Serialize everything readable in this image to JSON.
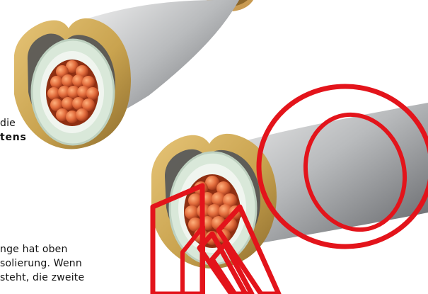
{
  "text_fragments": [
    "die",
    "tens",
    "nge hat oben",
    "solierung. Wenn",
    "steht, die zweite"
  ],
  "illustrations": [
    {
      "name": "upper-cable-cross-section",
      "sheath_color": "#c9a34f",
      "insulation_color": "#dcecdc",
      "conductor_color": "#d85d35"
    },
    {
      "name": "lower-cable-cross-section",
      "sheath_color": "#c9a34f",
      "insulation_color": "#dcecdc",
      "conductor_color": "#d85d35"
    }
  ],
  "overlay_marks": {
    "color": "#e3141b",
    "shapes": [
      "outer-circle",
      "inner-circle",
      "diagonal-rectangle-1",
      "diagonal-rectangle-2",
      "diagonal-rectangle-3"
    ]
  }
}
